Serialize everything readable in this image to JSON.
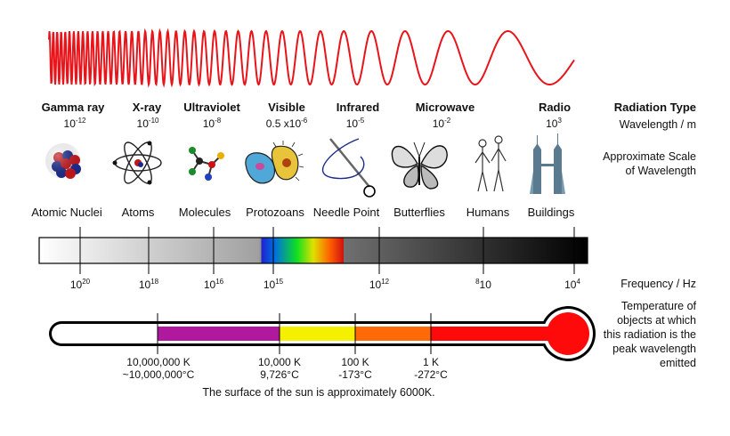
{
  "radiation_types": [
    {
      "name": "Gamma ray",
      "wavelength_base": "10",
      "wavelength_exp": "-12",
      "object": "Atomic Nuclei",
      "icon": "atomic-nucleus-icon"
    },
    {
      "name": "X-ray",
      "wavelength_base": "10",
      "wavelength_exp": "-10",
      "object": "Atoms",
      "icon": "atom-icon"
    },
    {
      "name": "Ultraviolet",
      "wavelength_base": "10",
      "wavelength_exp": "-8",
      "object": "Molecules",
      "icon": "molecule-icon"
    },
    {
      "name": "Visible",
      "wavelength_base": "0.5 x10",
      "wavelength_exp": "-6",
      "object": "Protozoans",
      "icon": "protozoan-icon"
    },
    {
      "name": "Infrared",
      "wavelength_base": "10",
      "wavelength_exp": "-5",
      "object": "Needle Point",
      "icon": "needle-icon"
    },
    {
      "name": "Microwave",
      "wavelength_base": "10",
      "wavelength_exp": "-2",
      "object": "Butterflies",
      "icon": "butterfly-icon"
    },
    {
      "name": "Radio",
      "wavelength_base": "10",
      "wavelength_exp": "3",
      "object": "Humans",
      "icon": "humans-icon"
    }
  ],
  "extra_object": {
    "object": "Buildings",
    "icon": "buildings-icon"
  },
  "right_labels": {
    "radiation_type": "Radiation Type",
    "wavelength": "Wavelength / m",
    "scale_line1": "Approximate Scale",
    "scale_line2": "of Wavelength",
    "frequency": "Frequency / Hz",
    "temp_lines": [
      "Temperature of",
      "objects at which",
      "this radiation is the",
      "peak wavelength",
      "emitted"
    ]
  },
  "frequencies": [
    {
      "base": "10",
      "exp": "20"
    },
    {
      "base": "10",
      "exp": "18"
    },
    {
      "base": "10",
      "exp": "16"
    },
    {
      "base": "10",
      "exp": "15"
    },
    {
      "base": "10",
      "exp": "12"
    },
    {
      "base": "10",
      "exp": "8",
      "prefix_exp": true
    },
    {
      "base": "10",
      "exp": "4"
    }
  ],
  "temperatures": [
    {
      "line1": "10,000,000 K",
      "line2": "~10,000,000°C"
    },
    {
      "line1": "10,000 K",
      "line2": "9,726°C"
    },
    {
      "line1": "100 K",
      "line2": "-173°C"
    },
    {
      "line1": "1 K",
      "line2": "-272°C"
    }
  ],
  "sun_note": "The surface of the sun is approximately 6000K.",
  "colors": {
    "wave": "#e8141a",
    "therm_magenta": "#b0189e",
    "therm_yellow": "#f5f000",
    "therm_orange": "#ff6a08",
    "therm_red": "#ff0a0a"
  }
}
